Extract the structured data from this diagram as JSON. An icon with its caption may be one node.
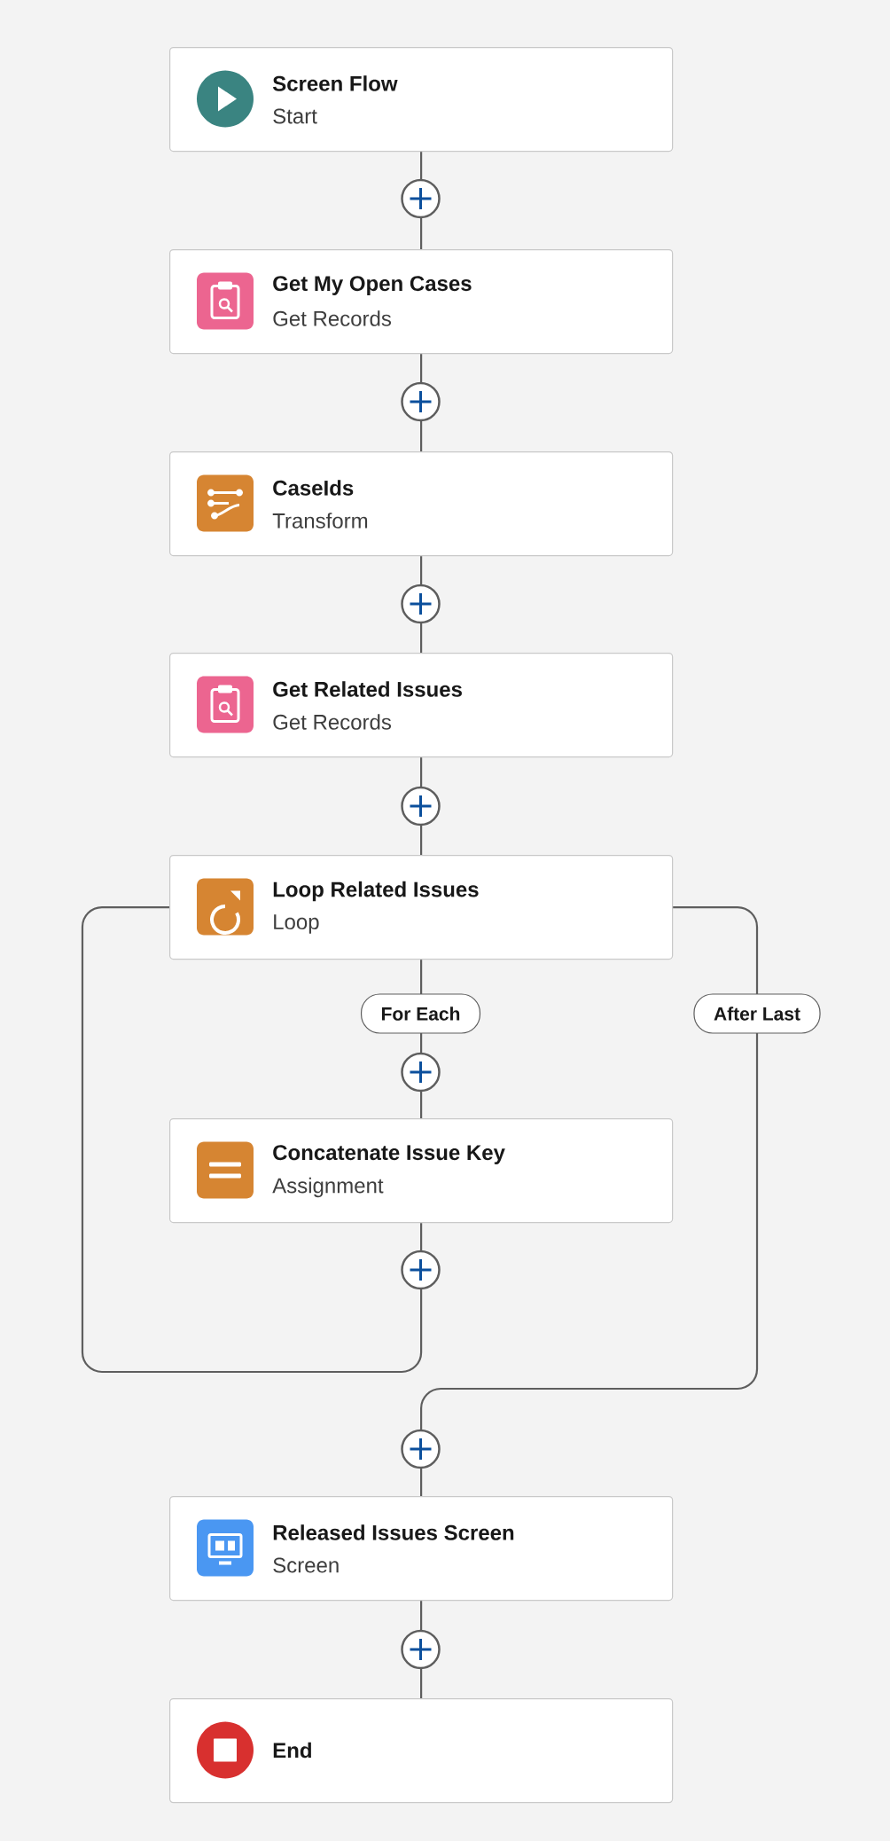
{
  "diagram": {
    "nodes": [
      {
        "text": [
          "Screen Flow",
          "Start"
        ]
      },
      {
        "text": [
          "Get My Open Cases",
          "Get Records"
        ]
      },
      {
        "text": [
          "CaseIds",
          "Transform"
        ]
      },
      {
        "text": [
          "Get Related Issues",
          "Get Records"
        ]
      },
      {
        "text": [
          "Loop Related Issues",
          "Loop"
        ]
      },
      {
        "text": [
          "Concatenate Issue Key",
          "Assignment"
        ]
      },
      {
        "text": [
          "Released Issues Screen",
          "Screen"
        ]
      },
      {
        "text": [
          "End"
        ]
      }
    ],
    "edges": [
      {
        "from": 0,
        "to": 1,
        "arrow": "none"
      },
      {
        "from": 1,
        "to": 2,
        "arrow": "none"
      },
      {
        "from": 2,
        "to": 3,
        "arrow": "none"
      },
      {
        "from": 3,
        "to": 4,
        "arrow": "none"
      },
      {
        "from": 4,
        "to": 5,
        "arrow": "none",
        "label": "For Each"
      },
      {
        "from": 5,
        "to": 4,
        "arrow": "none"
      },
      {
        "from": 4,
        "to": 6,
        "arrow": "none",
        "label": "After Last"
      },
      {
        "from": 6,
        "to": 7,
        "arrow": "none"
      }
    ]
  }
}
